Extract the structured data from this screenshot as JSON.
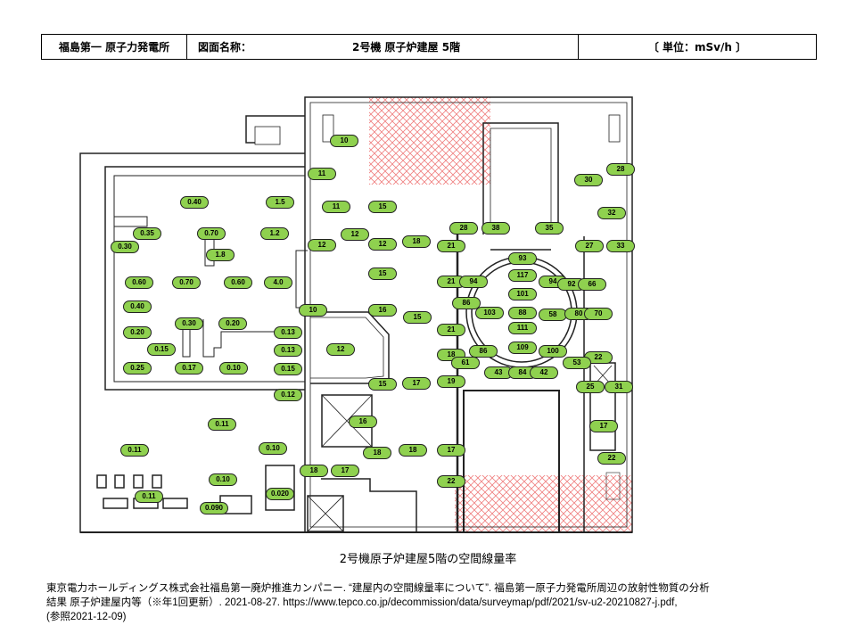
{
  "header": {
    "site": "福島第一 原子力発電所",
    "drawing_label": "図面名称：",
    "drawing_title": "2号機 原子炉建屋 5階",
    "unit": "〔 単位：mSv/h 〕"
  },
  "colors": {
    "pill": "#8fd14f",
    "hatch": "#f08080"
  },
  "readings": [
    "10",
    "11",
    "0.40",
    "1.5",
    "11",
    "15",
    "0.35",
    "0.70",
    "1.2",
    "12",
    "0.30",
    "12",
    "12",
    "18",
    "1.8",
    "28",
    "38",
    "35",
    "21",
    "27",
    "33",
    "30",
    "28",
    "32",
    "93",
    "0.60",
    "0.70",
    "0.60",
    "4.0",
    "15",
    "21",
    "94",
    "117",
    "94",
    "92",
    "66",
    "101",
    "86",
    "0.40",
    "10",
    "16",
    "15",
    "103",
    "88",
    "58",
    "80",
    "70",
    "0.30",
    "0.20",
    "0.13",
    "0.20",
    "111",
    "21",
    "0.15",
    "0.13",
    "12",
    "18",
    "86",
    "109",
    "100",
    "22",
    "61",
    "53",
    "0.25",
    "0.17",
    "0.10",
    "0.15",
    "43",
    "84",
    "42",
    "15",
    "17",
    "19",
    "25",
    "31",
    "0.12",
    "16",
    "0.11",
    "17",
    "0.11",
    "0.10",
    "18",
    "18",
    "17",
    "22",
    "18",
    "17",
    "0.10",
    "22",
    "0.11",
    "0.020",
    "0.090"
  ],
  "caption": "2号機原子炉建屋5階の空間線量率",
  "reference": [
    "東京電力ホールディングス株式会社福島第一廃炉推進カンパニー. “建屋内の空間線量率について”. 福島第一原子力発電所周辺の放射性物質の分析",
    "結果 原子炉建屋内等（※年1回更新）. 2021-08-27. https://www.tepco.co.jp/decommission/data/surveymap/pdf/2021/sv-u2-20210827-j.pdf,",
    "(参照2021-12-09)"
  ]
}
